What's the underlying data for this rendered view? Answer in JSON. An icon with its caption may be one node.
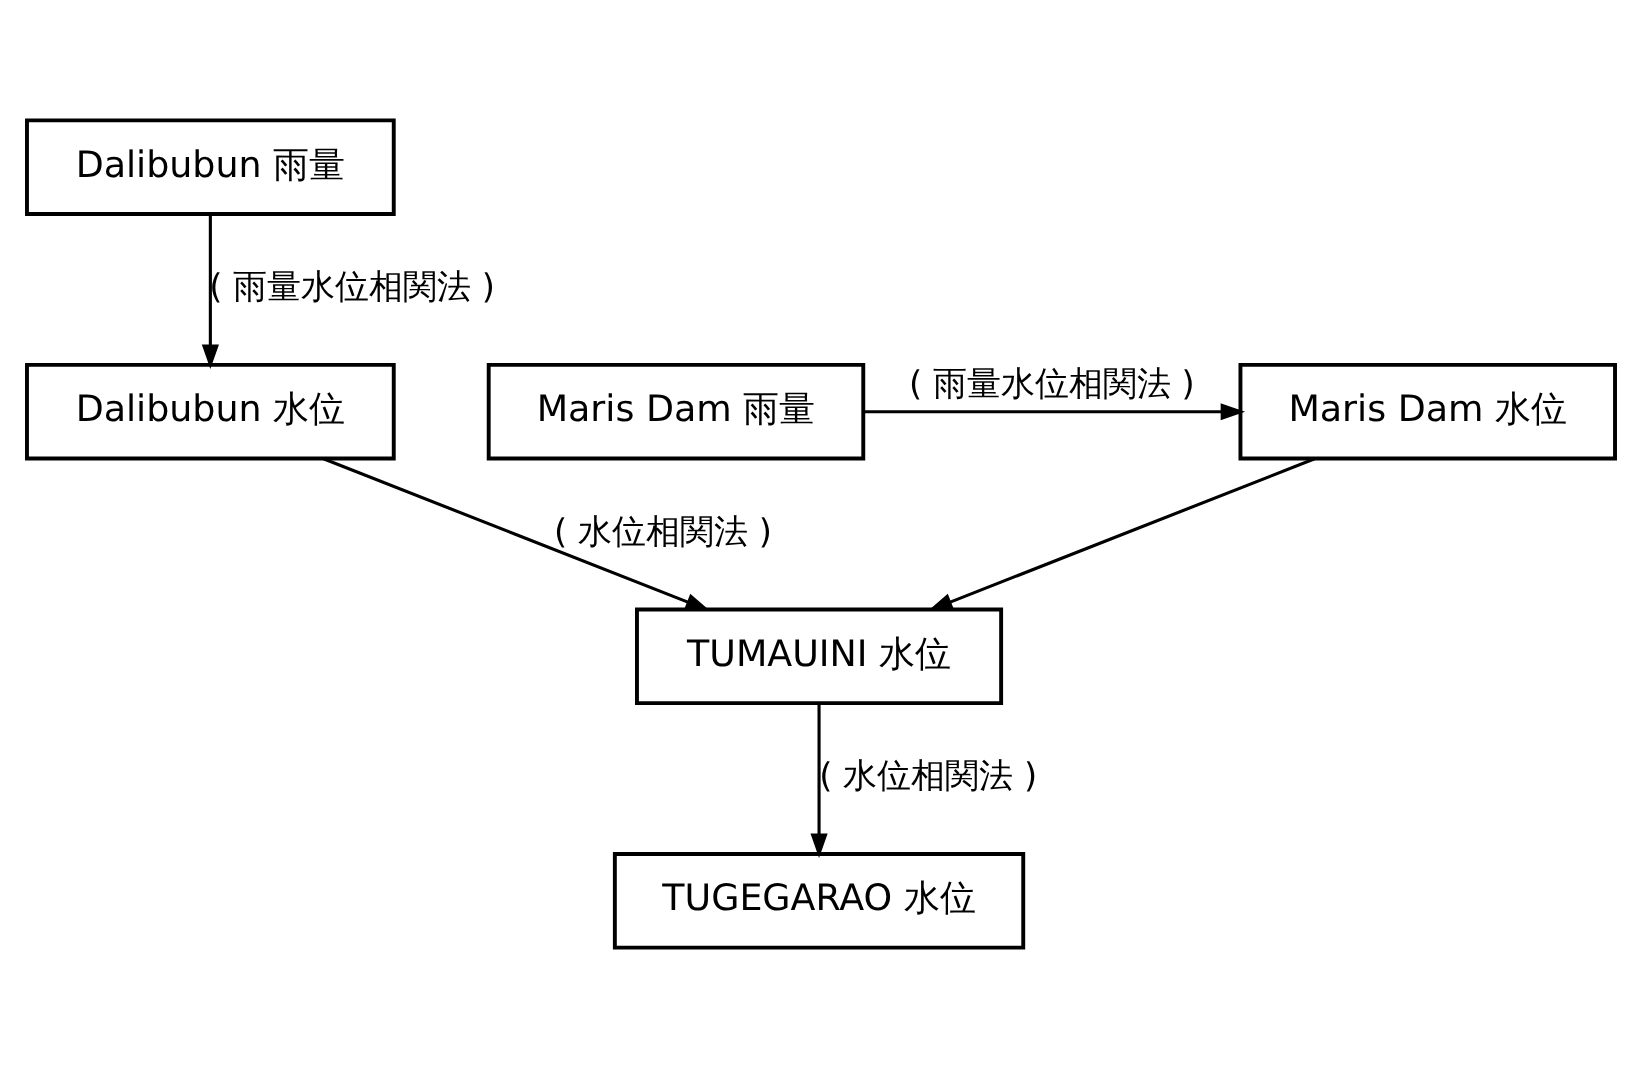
{
  "diagram": {
    "nodes": [
      {
        "text": [
          "Dalibubun 雨量"
        ]
      },
      {
        "text": [
          "Dalibubun 水位"
        ]
      },
      {
        "text": [
          "Maris Dam 雨量"
        ]
      },
      {
        "text": [
          "Maris Dam 水位"
        ]
      },
      {
        "text": [
          "TUMAUINI 水位"
        ]
      },
      {
        "text": [
          "TUGEGARAO 水位"
        ]
      }
    ],
    "edges": [
      {
        "from": 0,
        "to": 1,
        "arrow": "to",
        "label": "( 雨量水位相関法 )"
      },
      {
        "from": 2,
        "to": 3,
        "arrow": "to",
        "label": "( 雨量水位相関法 )"
      },
      {
        "from": 1,
        "to": 4,
        "arrow": "to",
        "label": "( 水位相関法 )"
      },
      {
        "from": 3,
        "to": 4,
        "arrow": "to"
      },
      {
        "from": 4,
        "to": 5,
        "arrow": "to",
        "label": "( 水位相関法 )"
      }
    ]
  }
}
